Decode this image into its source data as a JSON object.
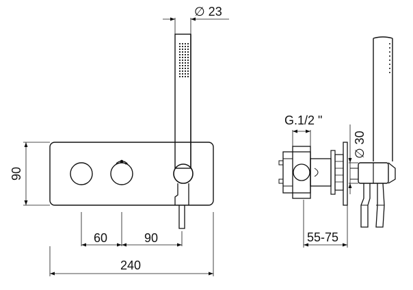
{
  "dimensions": {
    "hand_shower_diameter": "∅ 23",
    "height": "90",
    "spacing_1": "60",
    "spacing_2": "90",
    "total_width": "240",
    "thread": "G.1/2 \"",
    "hose_diameter": "∅ 30",
    "depth_range": "55-75"
  }
}
